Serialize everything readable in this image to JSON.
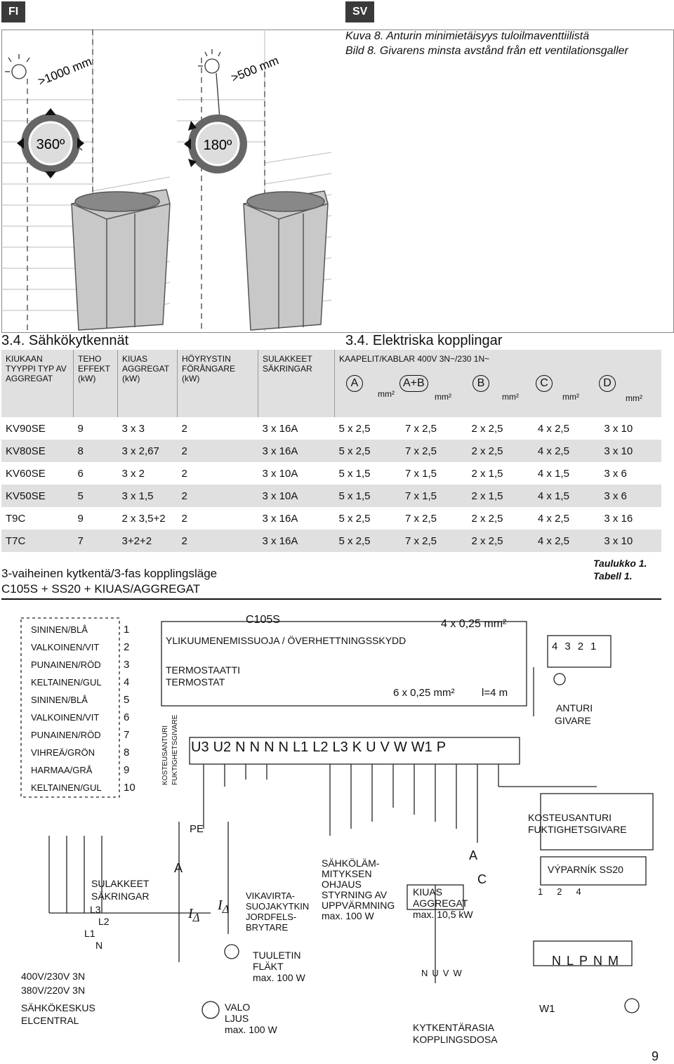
{
  "tabs": {
    "fi": "FI",
    "sv": "SV"
  },
  "figure": {
    "caption_fi": "Kuva 8. Anturin minimietäisyys tuloilmaventtiilistä",
    "caption_sv": "Bild 8.  Givarens minsta avstånd från ett ventilationsgaller",
    "dist_left": ">1000 mm",
    "dist_right": ">500 mm",
    "angle_left": "360º",
    "angle_right": "180º"
  },
  "section": {
    "title_fi": "3.4. Sähkökytkennät",
    "title_sv": "3.4. Elektriska kopplingar"
  },
  "table": {
    "headers": {
      "model": "KIUKAAN TYYPPI TYP AV AGGREGAT",
      "power": "TEHO EFFEKT (kW)",
      "heater": "KIUAS AGGREGAT (kW)",
      "steamer": "HÖYRYSTIN FÖRÅNGARE (kW)",
      "fuses": "SULAKKEET SÄKRINGAR",
      "cables": "KAAPELIT/KABLAR 400V 3N~/230 1N~",
      "col_a": "A",
      "col_ab": "A+B",
      "col_b": "B",
      "col_c": "C",
      "col_d": "D",
      "unit": "mm²"
    },
    "rows": [
      {
        "model": "KV90SE",
        "power": "9",
        "heater": "3 x 3",
        "steamer": "2",
        "fuses": "3 x 16A",
        "a": "5 x 2,5",
        "ab": "7 x 2,5",
        "b": "2 x 2,5",
        "c": "4 x 2,5",
        "d": "3 x 10"
      },
      {
        "model": "KV80SE",
        "power": "8",
        "heater": "3 x 2,67",
        "steamer": "2",
        "fuses": "3 x 16A",
        "a": "5 x 2,5",
        "ab": "7 x 2,5",
        "b": "2 x 2,5",
        "c": "4 x 2,5",
        "d": "3 x 10"
      },
      {
        "model": "KV60SE",
        "power": "6",
        "heater": "3 x 2",
        "steamer": "2",
        "fuses": "3 x 10A",
        "a": "5 x 1,5",
        "ab": "7 x 1,5",
        "b": "2 x 1,5",
        "c": "4 x 1,5",
        "d": "3 x 6"
      },
      {
        "model": "KV50SE",
        "power": "5",
        "heater": "3 x 1,5",
        "steamer": "2",
        "fuses": "3 x 10A",
        "a": "5 x 1,5",
        "ab": "7 x 1,5",
        "b": "2 x 1,5",
        "c": "4 x 1,5",
        "d": "3 x 6"
      },
      {
        "model": "T9C",
        "power": "9",
        "heater": "2 x 3,5+2",
        "steamer": "2",
        "fuses": "3 x 16A",
        "a": "5 x 2,5",
        "ab": "7 x 2,5",
        "b": "2 x 2,5",
        "c": "4 x 2,5",
        "d": "3 x 16"
      },
      {
        "model": "T7C",
        "power": "7",
        "heater": "3+2+2",
        "steamer": "2",
        "fuses": "3 x 16A",
        "a": "5 x 2,5",
        "ab": "7 x 2,5",
        "b": "2 x 2,5",
        "c": "4 x 2,5",
        "d": "3 x 10"
      }
    ],
    "caption_fi": "Taulukko 1.",
    "caption_sv": "Tabell 1."
  },
  "diagram": {
    "title_line1": "3-vaiheinen kytkentä/3-fas kopplingsläge",
    "title_line2": "C105S + SS20 + KIUAS/AGGREGAT",
    "wires": [
      {
        "color": "SININEN/BLÅ",
        "num": "1"
      },
      {
        "color": "VALKOINEN/VIT",
        "num": "2"
      },
      {
        "color": "PUNAINEN/RÖD",
        "num": "3"
      },
      {
        "color": "KELTAINEN/GUL",
        "num": "4"
      },
      {
        "color": "SININEN/BLÅ",
        "num": "5"
      },
      {
        "color": "VALKOINEN/VIT",
        "num": "6"
      },
      {
        "color": "PUNAINEN/RÖD",
        "num": "7"
      },
      {
        "color": "VIHREÄ/GRÖN",
        "num": "8"
      },
      {
        "color": "HARMAA/GRÅ",
        "num": "9"
      },
      {
        "color": "KELTAINEN/GUL",
        "num": "10"
      }
    ],
    "controller": "C105S",
    "cable1": "4 x 0,25 mm²",
    "overheat": "YLIKUUMENEMISSUOJA / ÖVERHETTNINGSSKYDD",
    "thermostat1": "TERMOSTAATTI",
    "thermostat2": "TERMOSTAT",
    "cable2": "6 x 0,25 mm²",
    "length": "l=4 m",
    "humidity_vertical1": "KOSTEUSANTURI",
    "humidity_vertical2": "FUKTIGHETSGIVARE",
    "terminals": [
      "U3",
      "U2",
      "N",
      "N",
      "N",
      "N",
      "L1",
      "L2",
      "L3",
      "K",
      "U",
      "V",
      "W",
      "W1",
      "P"
    ],
    "sensor_pins": [
      "4",
      "3",
      "2",
      "1"
    ],
    "sensor_label1": "ANTURI",
    "sensor_label2": "GIVARE",
    "humidity_label1": "KOSTEUSANTURI",
    "humidity_label2": "FUKTIGHETSGIVARE",
    "pe": "PE",
    "fuses_label1": "SULAKKEET",
    "fuses_label2": "SÄKRINGAR",
    "phases": [
      "L3",
      "L2",
      "L1",
      "N"
    ],
    "supply1": "400V/230V 3N",
    "supply2": "380V/220V 3N",
    "central1": "SÄHKÖKESKUS",
    "central2": "ELCENTRAL",
    "rcd_A": "A",
    "rcd_label1": "VIKAVIRTA-",
    "rcd_label2": "SUOJAKYTKIN",
    "rcd_label3": "JORDFELS-",
    "rcd_label4": "BRYTARE",
    "fan1": "TUULETIN",
    "fan2": "FLÄKT",
    "fan3": "max. 100 W",
    "light1": "VALO",
    "light2": "LJUS",
    "light3": "max. 100 W",
    "heat_ctl1": "SÄHKÖLÄM-",
    "heat_ctl2": "MITYKSEN",
    "heat_ctl3": "OHJAUS",
    "heat_ctl4": "STYRNING AV",
    "heat_ctl5": "UPPVÄRMNING",
    "heat_ctl6": "max. 100 W",
    "heater1": "KIUAS",
    "heater2": "AGGREGAT",
    "heater3": "max. 10,5 kW",
    "cable_A": "A",
    "cable_C": "C",
    "heater_terms": [
      "N",
      "U",
      "V",
      "W"
    ],
    "box1": "KYTKENTÄRASIA",
    "box2": "KOPPLINGSDOSA",
    "steamer_title": "VÝPARNÍK SS20",
    "steamer_pins": [
      "1",
      "2",
      "4"
    ],
    "steamer_terms": [
      "N",
      "L",
      "P",
      "N",
      "M"
    ],
    "w1": "W1"
  },
  "page_number": "9"
}
